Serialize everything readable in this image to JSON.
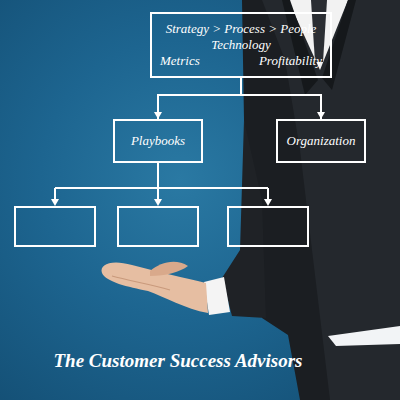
{
  "diagram": {
    "caption": "The Customer Success Advisors",
    "nodes": [
      {
        "text": [
          "Strategy > Process > People",
          "Technology",
          "Metrics",
          "Profitability"
        ]
      },
      {
        "text": [
          "Playbooks"
        ]
      },
      {
        "text": [
          "Organization"
        ]
      }
    ],
    "edges": [
      {
        "from": 0,
        "to": 1,
        "arrow": "to"
      },
      {
        "from": 0,
        "to": 2,
        "arrow": "to"
      }
    ]
  }
}
